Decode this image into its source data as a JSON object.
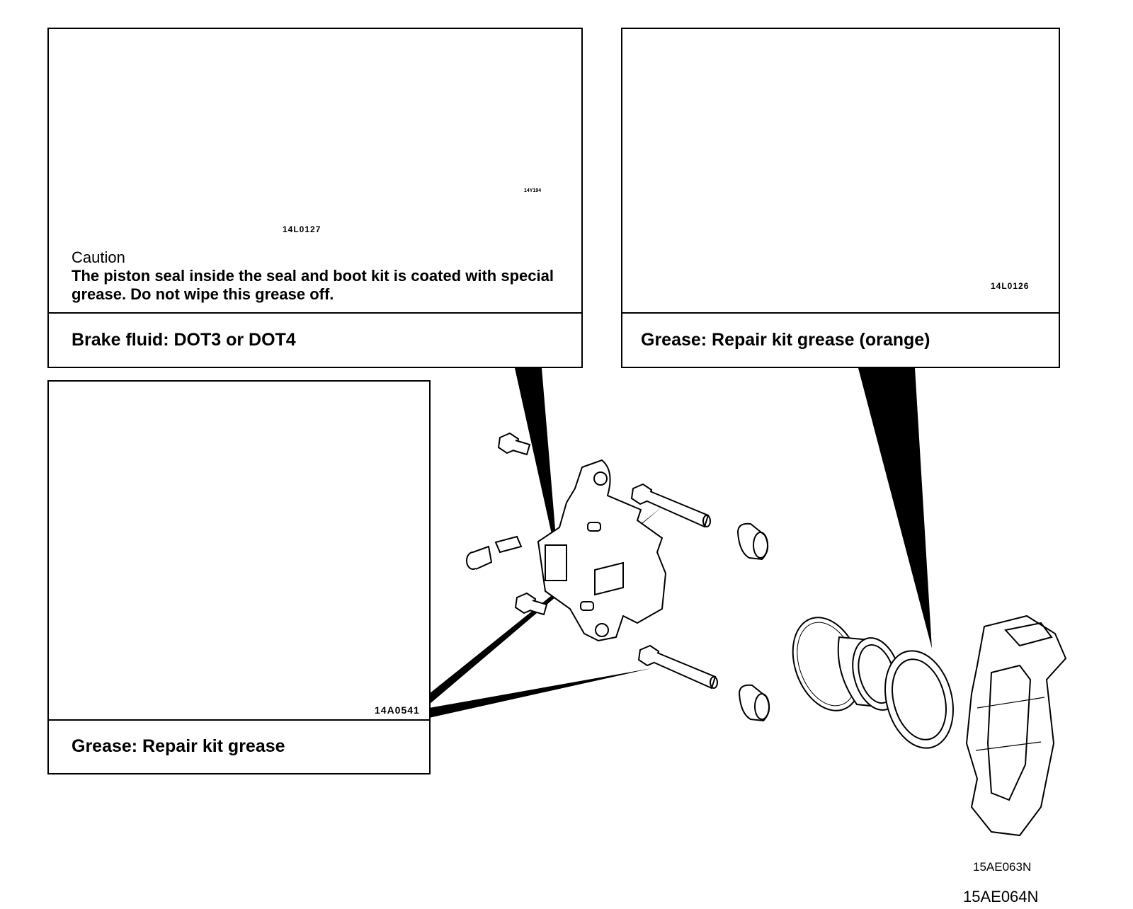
{
  "panels": {
    "brake_fluid": {
      "code_main": "14L0127",
      "code_small": "14Y194",
      "caution_title": "Caution",
      "caution_text": "The piston seal inside the seal and boot kit is coated with special grease. Do not wipe this grease off.",
      "footer": "Brake fluid: DOT3 or DOT4"
    },
    "orange_grease": {
      "code": "14L0126",
      "footer": "Grease: Repair kit grease (orange)"
    },
    "repair_kit_grease": {
      "code": "14A0541",
      "footer": "Grease: Repair kit grease"
    }
  },
  "figure_codes": {
    "primary": "15AE063N",
    "secondary": "15AE064N"
  },
  "icons": [
    "brake-fluid-bottle-icon",
    "grease-tube-icon"
  ]
}
